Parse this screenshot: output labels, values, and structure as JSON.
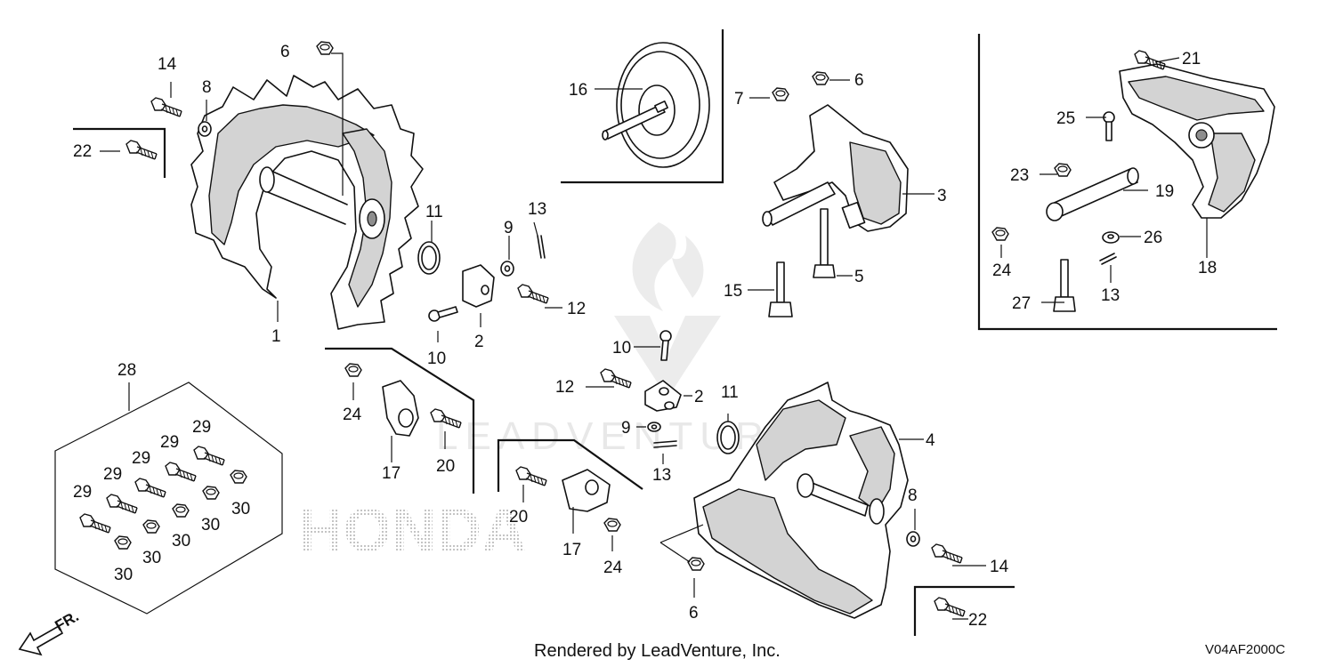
{
  "watermark": {
    "top_text": "LEADVENTURE",
    "brand_text": "HONDA"
  },
  "footer": {
    "credit": "Rendered by LeadVenture, Inc.",
    "diagram_code": "V04AF2000C"
  },
  "direction_marker": "FR.",
  "callouts": {
    "c1": "1",
    "c2a": "2",
    "c2b": "2",
    "c3": "3",
    "c4": "4",
    "c5": "5",
    "c6a": "6",
    "c6b": "6",
    "c6c": "6",
    "c7": "7",
    "c8a": "8",
    "c8b": "8",
    "c9a": "9",
    "c9b": "9",
    "c10a": "10",
    "c10b": "10",
    "c11a": "11",
    "c11b": "11",
    "c12a": "12",
    "c12b": "12",
    "c13a": "13",
    "c13b": "13",
    "c13c": "13",
    "c14a": "14",
    "c14b": "14",
    "c15": "15",
    "c16": "16",
    "c17a": "17",
    "c17b": "17",
    "c18": "18",
    "c19": "19",
    "c20a": "20",
    "c20b": "20",
    "c21": "21",
    "c22a": "22",
    "c22b": "22",
    "c23": "23",
    "c24a": "24",
    "c24b": "24",
    "c24c": "24",
    "c25": "25",
    "c26": "26",
    "c27": "27",
    "c28": "28",
    "c29a": "29",
    "c29b": "29",
    "c29c": "29",
    "c29d": "29",
    "c29e": "29",
    "c30a": "30",
    "c30b": "30",
    "c30c": "30",
    "c30d": "30",
    "c30e": "30"
  }
}
